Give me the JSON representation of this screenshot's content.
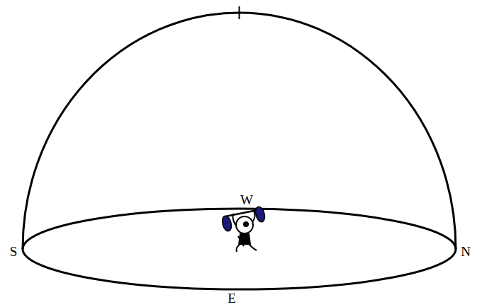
{
  "diagram": {
    "labels": [
      "W",
      "S",
      "N",
      "E"
    ]
  }
}
